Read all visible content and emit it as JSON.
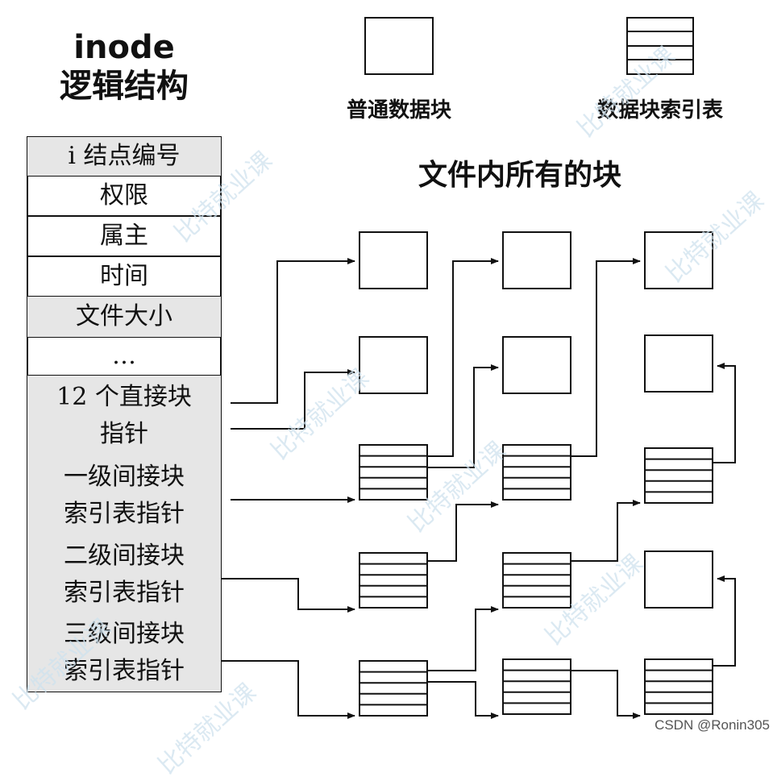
{
  "inode_title": {
    "line1": "inode",
    "line2": "逻辑结构"
  },
  "legend": {
    "data_block_label": "普通数据块",
    "index_table_label": "数据块索引表"
  },
  "blocks_title": "文件内所有的块",
  "inode_fields": [
    {
      "label": "i 结点编号",
      "shaded": true
    },
    {
      "label": "权限",
      "shaded": false
    },
    {
      "label": "属主",
      "shaded": false
    },
    {
      "label": "时间",
      "shaded": false
    },
    {
      "label": "文件大小",
      "shaded": true
    },
    {
      "label": "…",
      "shaded": false
    },
    {
      "label": "12 个直接块\n指针",
      "shaded": true
    },
    {
      "label": "一级间接块\n索引表指针",
      "shaded": true
    },
    {
      "label": "二级间接块\n索引表指针",
      "shaded": true
    },
    {
      "label": "三级间接块\n索引表指针",
      "shaded": true
    }
  ],
  "watermark_text": "比特就业课",
  "credit": "CSDN @Ronin305"
}
